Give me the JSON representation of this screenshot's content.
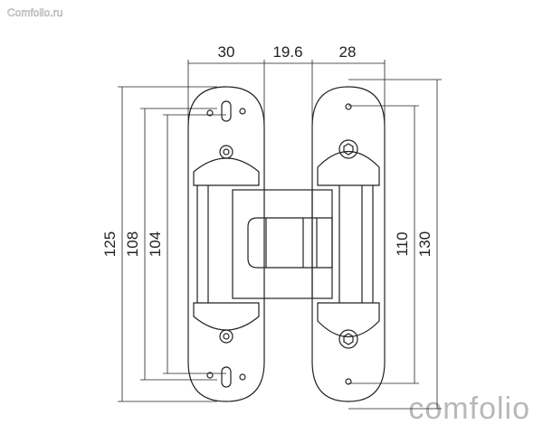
{
  "watermark": "Comfolio.ru",
  "logo": "comfolio",
  "dimensions": {
    "top": [
      "30",
      "19.6",
      "28"
    ],
    "left": [
      "125",
      "108",
      "104"
    ],
    "right": [
      "110",
      "130"
    ]
  }
}
